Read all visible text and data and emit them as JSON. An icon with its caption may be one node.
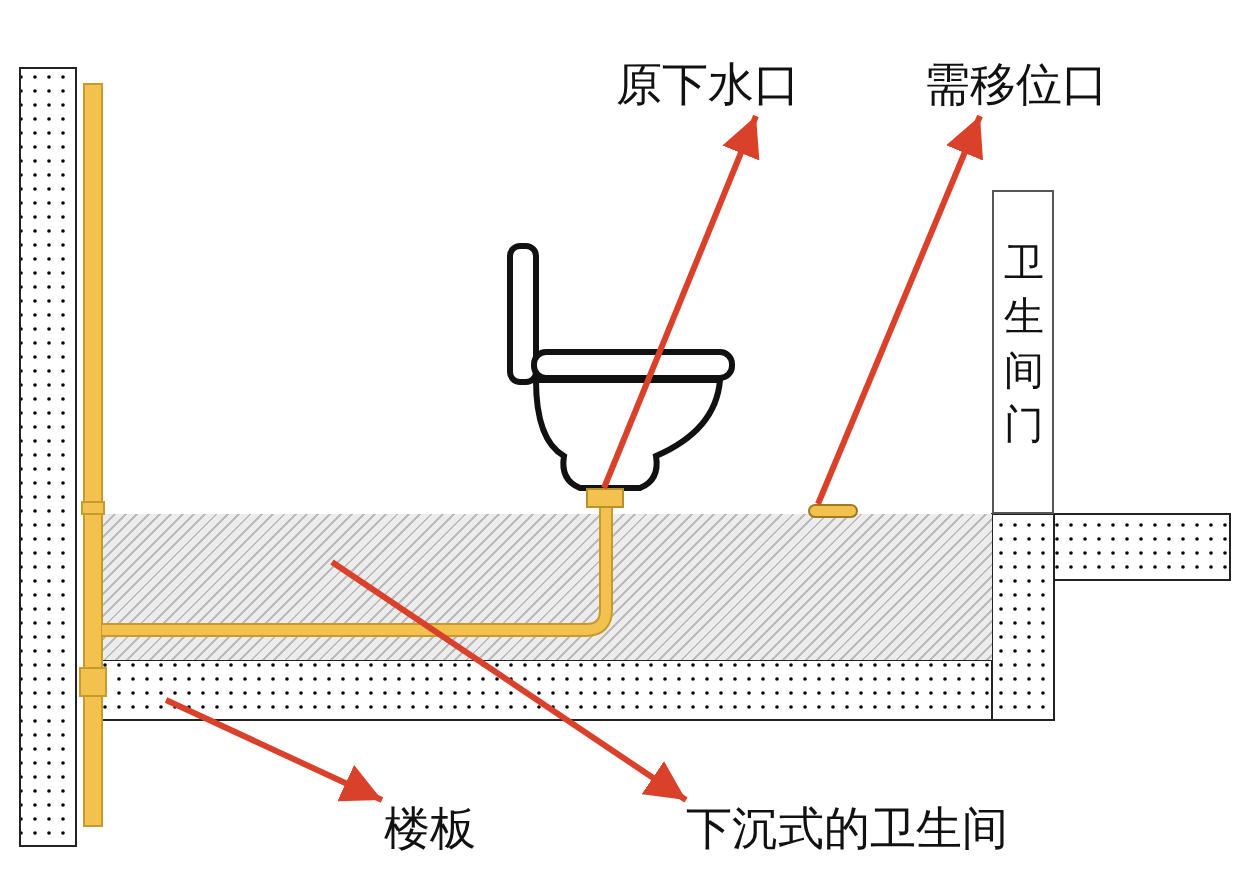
{
  "diagram": {
    "nodes": [
      {
        "text": [
          "原下水口"
        ]
      },
      {
        "text": [
          "需移位口"
        ]
      },
      {
        "text": [
          "卫生间门"
        ]
      },
      {
        "text": [
          "楼板"
        ]
      },
      {
        "text": [
          "下沉式的卫生间"
        ]
      },
      {
        "text": [],
        "shape": "box"
      },
      {
        "text": [],
        "shape": "bar"
      },
      {
        "text": [],
        "shape": "box"
      }
    ],
    "edges": [
      {
        "from": 5,
        "to": 0,
        "arrow": "to"
      },
      {
        "from": 6,
        "to": 1,
        "arrow": "to"
      },
      {
        "from": null,
        "to": 3,
        "arrow": "to"
      },
      {
        "from": 7,
        "to": 4,
        "arrow": "to"
      }
    ]
  }
}
